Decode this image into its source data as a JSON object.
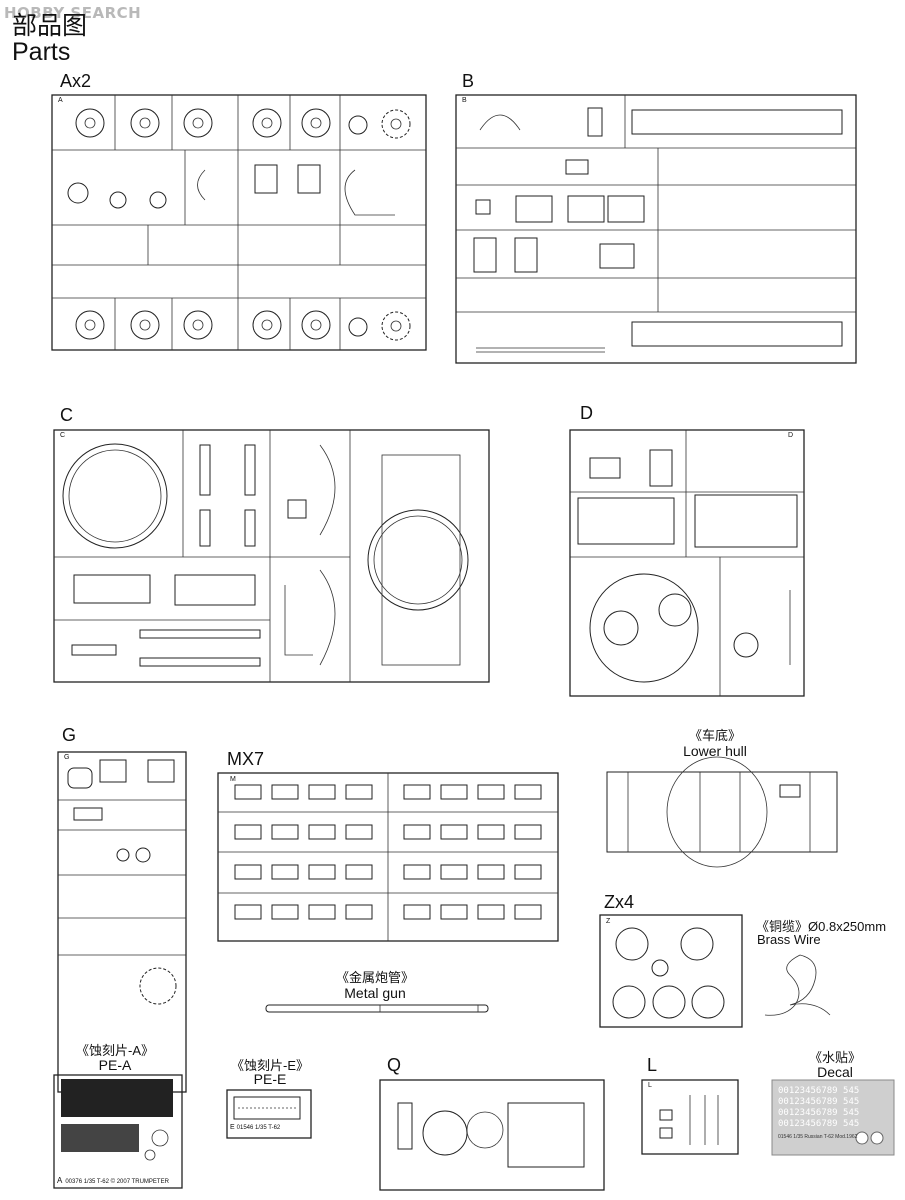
{
  "watermark": "HOBBY SEARCH",
  "heading": {
    "zh": "部品图",
    "en": "Parts"
  },
  "sprues": {
    "A": {
      "label": "Ax2",
      "tag": "A"
    },
    "B": {
      "label": "B",
      "tag": "B"
    },
    "C": {
      "label": "C",
      "tag": "C"
    },
    "D": {
      "label": "D",
      "tag": "D"
    },
    "G": {
      "label": "G",
      "tag": "G"
    },
    "M": {
      "label": "MX7",
      "tag": "M"
    },
    "Z": {
      "label": "Zx4",
      "tag": "Z"
    },
    "Q": {
      "label": "Q"
    },
    "L": {
      "label": "L",
      "tag": "L"
    }
  },
  "lower_hull": {
    "zh": "《车底》",
    "en": "Lower hull"
  },
  "brass_wire": {
    "zh": "《铜缆》",
    "spec": "Ø0.8x250mm",
    "en": "Brass Wire"
  },
  "metal_gun": {
    "zh": "《金属炮管》",
    "en": "Metal gun"
  },
  "pe_a": {
    "zh": "《蚀刻片-A》",
    "en": "PE-A",
    "tag": "A",
    "code": "00376 1/35 T-62 © 2007 TRUMPETER"
  },
  "pe_e": {
    "zh": "《蚀刻片-E》",
    "en": "PE-E",
    "tag": "E",
    "code": "01546 1/35 T-62"
  },
  "decal": {
    "zh": "《水贴》",
    "en": "Decal",
    "rows": [
      "00123456789 545",
      "00123456789 545",
      "00123456789 545",
      "00123456789 545"
    ],
    "code": "01546 1/35 Russian T-62 Mod.1962"
  }
}
